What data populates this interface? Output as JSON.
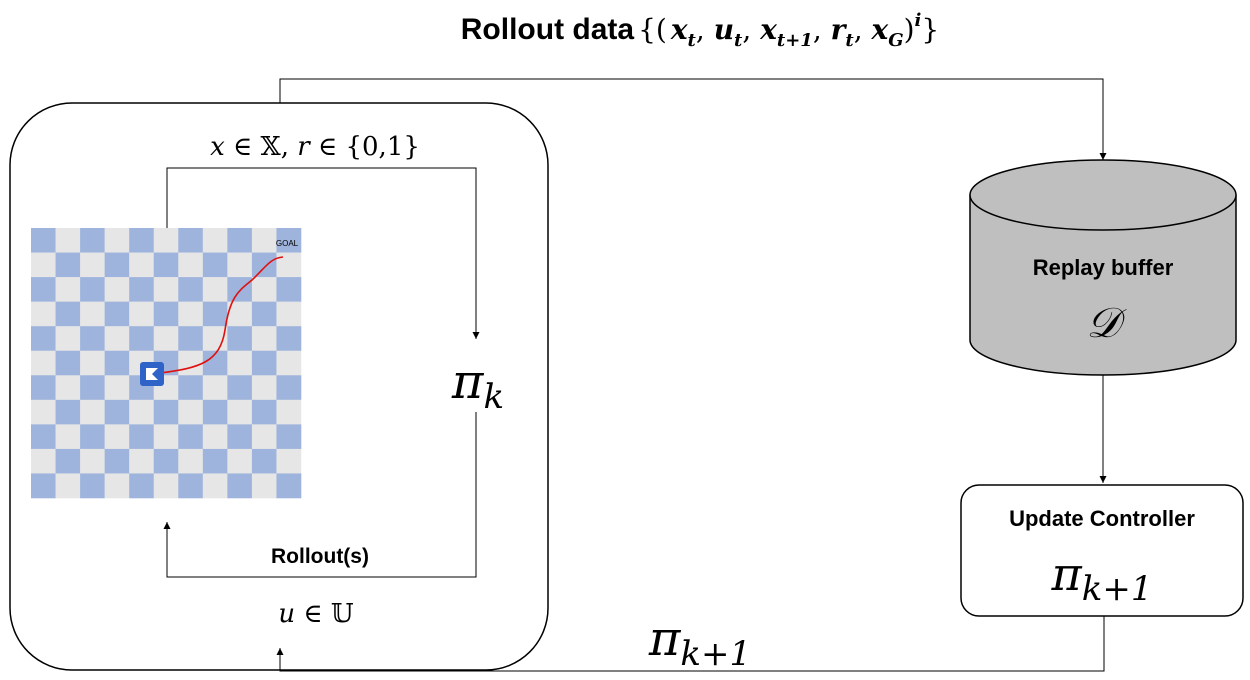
{
  "title": {
    "label": "Rollout data",
    "math_open": "{(",
    "tuple": [
      {
        "base": "x",
        "sub": "t"
      },
      {
        "base": "u",
        "sub": "t"
      },
      {
        "base": "x",
        "sub": "t+1"
      },
      {
        "base": "r",
        "sub": "t"
      },
      {
        "base": "x",
        "sub": "G"
      }
    ],
    "comma": ", ",
    "math_close": ")",
    "sup": "i",
    "brace_close": "}"
  },
  "environment": {
    "obs_var": "x",
    "in_symbol": " ∈ ",
    "obs_space": "𝕏",
    "comma": ", ",
    "reward_var": "r",
    "reward_set": "{0,1}",
    "action_var": "u",
    "action_space": "𝕌",
    "rollouts_label": "Rollout(s)",
    "goal_label": "GOAL",
    "policy": {
      "base": "π",
      "sub": "k"
    }
  },
  "replay_buffer": {
    "label": "Replay buffer",
    "symbol": "𝒟"
  },
  "controller": {
    "label": "Update Controller",
    "policy": {
      "base": "π",
      "sub": "k+1"
    }
  },
  "feedback_policy": {
    "base": "π",
    "sub": "k+1"
  },
  "colors": {
    "checker_blue": "#9fb4dc",
    "checker_light": "#e6e6e6",
    "cylinder_fill": "#bfbfbf",
    "trajectory": "#e01010",
    "robot": "#2f63c7",
    "stroke": "#000000"
  }
}
